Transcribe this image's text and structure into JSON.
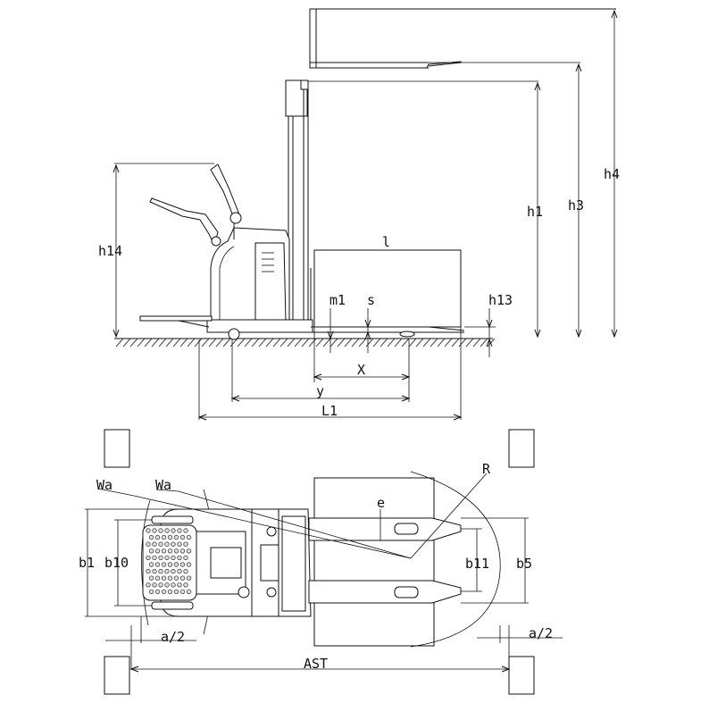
{
  "side_view": {
    "labels": {
      "h1": "h1",
      "h3": "h3",
      "h4": "h4",
      "h14": "h14",
      "h13": "h13",
      "l": "l",
      "m1": "m1",
      "s": "s",
      "x": "X",
      "y": "y",
      "l1": "L1"
    }
  },
  "top_view": {
    "labels": {
      "wa_left": "Wa",
      "wa_right": "Wa",
      "r": "R",
      "e": "e",
      "b1": "b1",
      "b10": "b10",
      "b11": "b11",
      "b5": "b5",
      "a2_left": "a/2",
      "a2_right": "a/2",
      "ast": "AST"
    }
  }
}
